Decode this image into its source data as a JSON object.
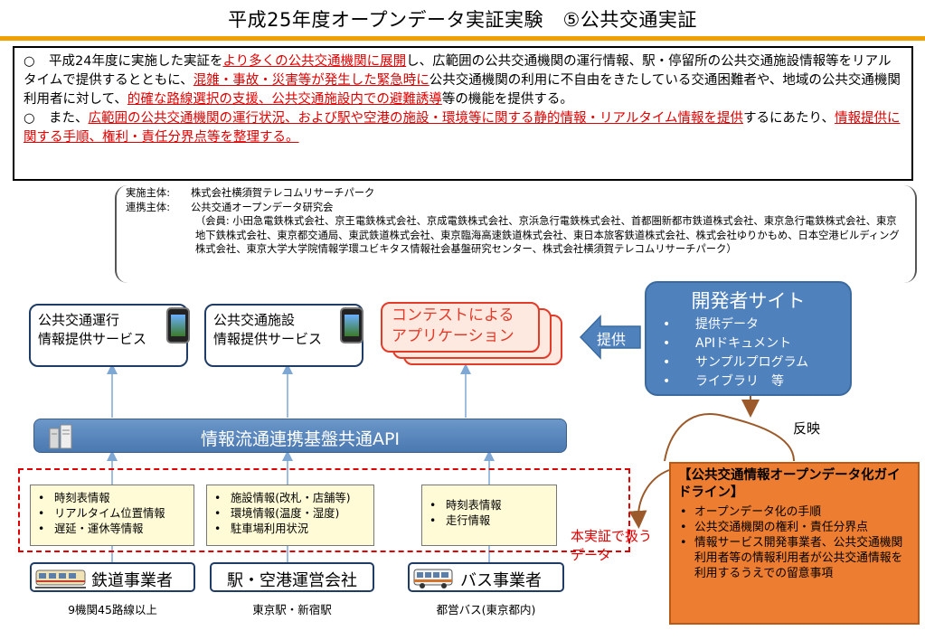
{
  "title": "平成25年度オープンデータ実証実験　⑤公共交通実証",
  "summary": {
    "para1": {
      "mark": "○",
      "t1": "平成24年度に実施した実証を",
      "r1": "より多くの公共交通機関に展開",
      "t2": "し、広範囲の公共交通機関の運行情報、駅・停留所の公共交通施設情報等をリアルタイムで提供するとともに、",
      "r2": "混雑・事故・災害等が発生した緊急時に",
      "t3": "公共交通機関の利用に不自由をきたしている交通困難者や、地域の公共交通機関利用者に対して、",
      "r3": "的確な路線選択の支援、公共交通施設内での避難誘導",
      "t4": "等の機能を提供する。"
    },
    "para2": {
      "mark": "○",
      "t1": "また、",
      "r1": "広範囲の公共交通機関の運行状況、および駅や空港の施設・環境等に関する静的情報・リアルタイム情報を提供",
      "t2": "するにあたり、",
      "r2": "情報提供に関する手順、権利・責任分界点等を整理する。"
    }
  },
  "org": {
    "impl_key": "実施主体:",
    "impl_val": "株式会社横須賀テレコムリサーチパーク",
    "coop_key": "連携主体:",
    "coop_val": "公共交通オープンデータ研究会",
    "members": "（会員: 小田急電鉄株式会社、京王電鉄株式会社、京成電鉄株式会社、京浜急行電鉄株式会社、首都圏新都市鉄道株式会社、東京急行電鉄株式会社、東京地下鉄株式会社、東京都交通局、東武鉄道株式会社、東京臨海高速鉄道株式会社、東日本旅客鉄道株式会社、株式会社ゆりかもめ、日本空港ビルディング株式会社、東京大学大学院情報学環ユビキタス情報社会基盤研究センター、株式会社横須賀テレコムリサーチパーク）"
  },
  "services": {
    "operation": {
      "line1": "公共交通運行",
      "line2": "情報提供サービス"
    },
    "facility": {
      "line1": "公共交通施設",
      "line2": "情報提供サービス"
    },
    "contest": {
      "line1": "コンテストによる",
      "line2": "アプリケーション"
    }
  },
  "provide_label": "提供",
  "developer_site": {
    "title": "開発者サイト",
    "items": [
      "提供データ",
      "APIドキュメント",
      "サンプルプログラム",
      "ライブラリ　等"
    ]
  },
  "api_label": "情報流通連携基盤共通API",
  "data_boxes": {
    "rail": [
      "時刻表情報",
      "リアルタイム位置情報",
      "遅延・運休等情報"
    ],
    "station": [
      "施設情報(改札・店舗等)",
      "環境情報(温度・湿度)",
      "駐車場利用状況"
    ],
    "bus": [
      "時刻表情報",
      "走行情報"
    ]
  },
  "real_data_label": {
    "line1": "本実証で扱う",
    "line2": "データ"
  },
  "providers": {
    "rail": {
      "label": "鉄道事業者",
      "note": "9機関45路線以上"
    },
    "station": {
      "label": "駅・空港運営会社",
      "note": "東京駅・新宿駅"
    },
    "bus": {
      "label": "バス事業者",
      "note": "都営バス(東京都内)"
    }
  },
  "reflect_label": "反映",
  "guideline": {
    "title": "【公共交通情報オープンデータ化ガイドライン】",
    "items": [
      "オープンデータ化の手順",
      "公共交通機関の権利・責任分界点",
      "情報サービス開発事業者、公共交通機関利用者等の情報利用者が公共交通情報を利用するうえでの留意事項"
    ]
  },
  "colors": {
    "accent_bar": "#f0a000",
    "red": "#e00000",
    "navy": "#1f3c66",
    "blue": "#4f81bd",
    "orange": "#ed7d31",
    "yellow_box": "#fffbd6"
  }
}
